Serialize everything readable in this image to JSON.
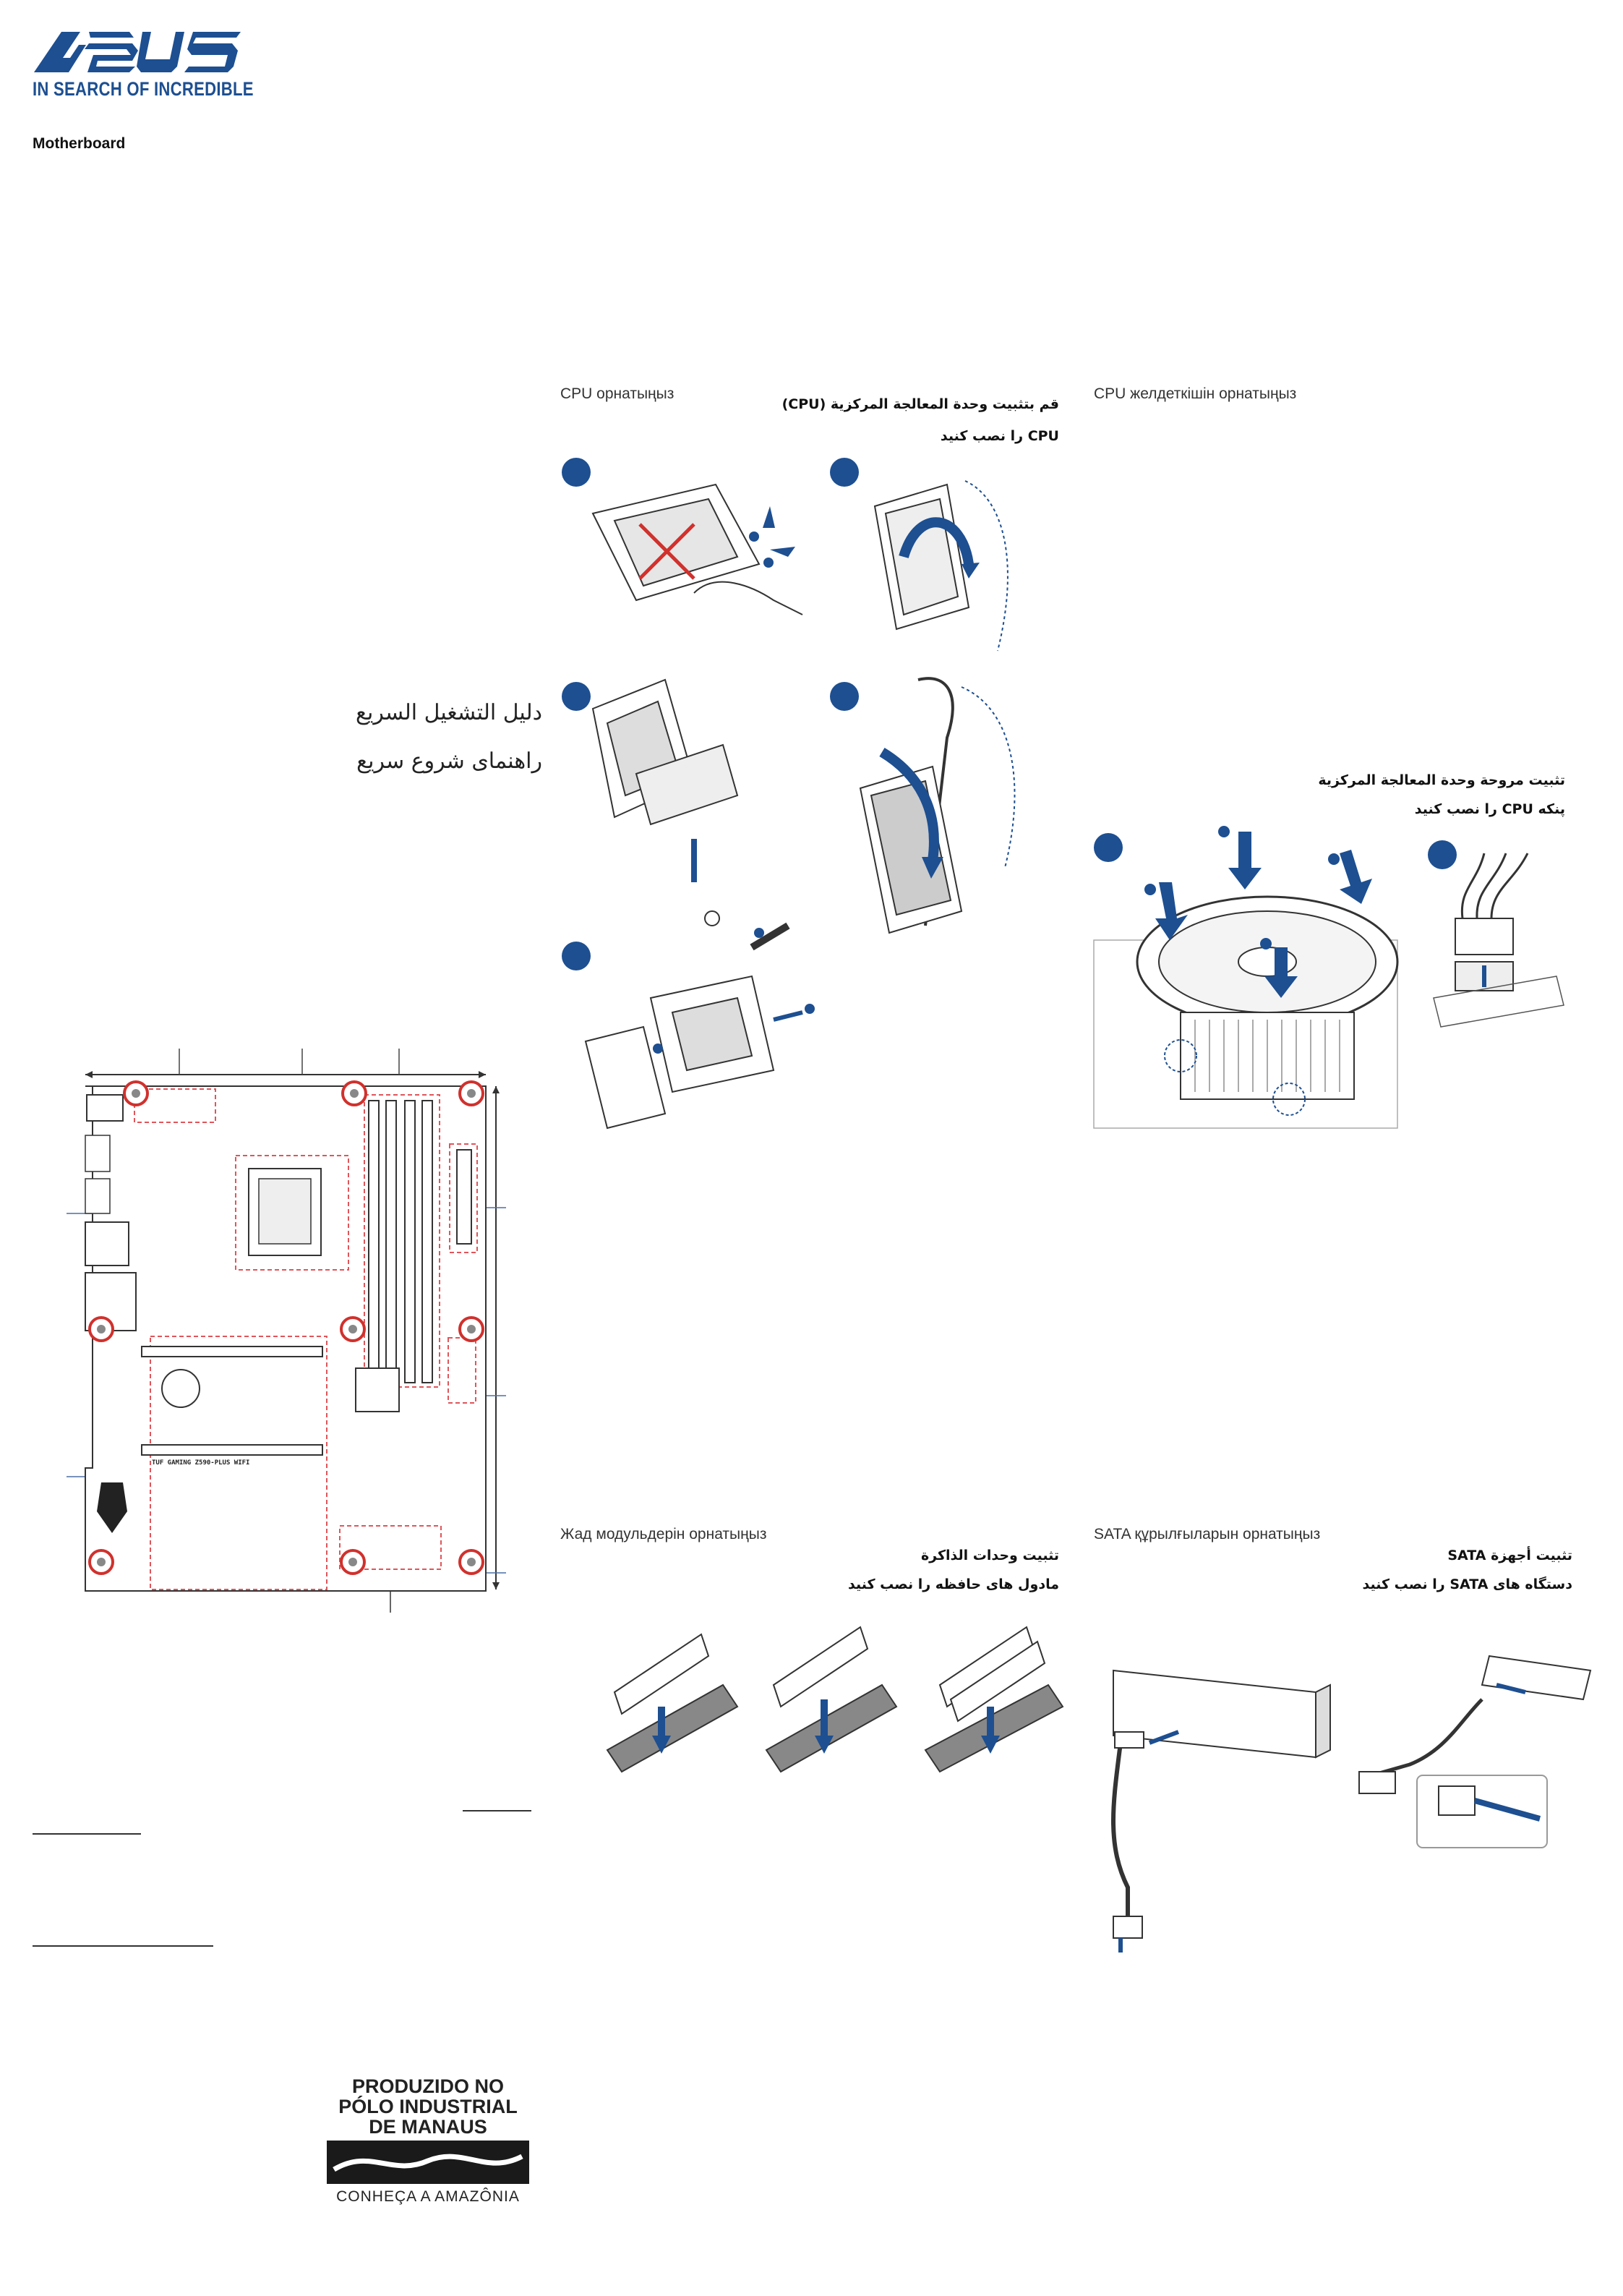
{
  "brand": {
    "logo_text": "ASUS",
    "tagline": "IN SEARCH OF INCREDIBLE",
    "color": "#1d4f91"
  },
  "header": {
    "product": "Motherboard"
  },
  "guide_titles": {
    "arabic": "دليل التشغيل السريع",
    "persian": "راهنمای شروع سریع"
  },
  "cpu_install": {
    "kazakh": "CPU орнатыңыз",
    "arabic": "قم بتثبيت وحدة المعالجة المركزية (CPU)",
    "persian": "CPU را نصب کنید",
    "steps": 5
  },
  "cpu_fan": {
    "kazakh": "CPU желдеткішін орнатыңыз",
    "arabic": "تثبيت مروحة وحدة المعالجة المركزية",
    "persian": "پنکه CPU را نصب کنید",
    "steps": 2
  },
  "memory": {
    "kazakh": "Жад модульдерін орнатыңыз",
    "arabic": "تثبيت وحدات الذاكرة",
    "persian": "مادول های حافظه را نصب کنید"
  },
  "sata": {
    "kazakh": "SATA құрылғыларын орнатыңыз",
    "arabic": "تثبيت أجهزة SATA",
    "persian": "دستگاه های SATA را نصب کنید"
  },
  "board": {
    "model_label": "TUF GAMING Z590-PLUS WIFI"
  },
  "manaus": {
    "line1": "PRODUZIDO NO",
    "line2": "PÓLO INDUSTRIAL",
    "line3": "DE MANAUS",
    "footer": "CONHEÇA A AMAZÔNIA"
  },
  "colors": {
    "accent": "#1d4f91",
    "marker": "#d0312d",
    "dash": "#e0555a"
  },
  "icons": [
    "asus-logo",
    "cpu-socket-diagram",
    "cpu-cooler-diagram",
    "memory-diagram",
    "sata-cable-diagram",
    "motherboard-layout",
    "manaus-river-logo"
  ]
}
